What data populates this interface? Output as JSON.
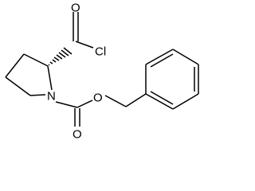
{
  "molecule": {
    "atoms": {
      "carbonyl_oxygen": "O",
      "chlorine": "Cl",
      "ring_nitrogen": "N",
      "carbamate_carbonyl_oxygen": "O",
      "ester_oxygen": "O"
    }
  },
  "colors": {
    "bond": "#000000",
    "label": "#000000",
    "background": "#ffffff"
  }
}
